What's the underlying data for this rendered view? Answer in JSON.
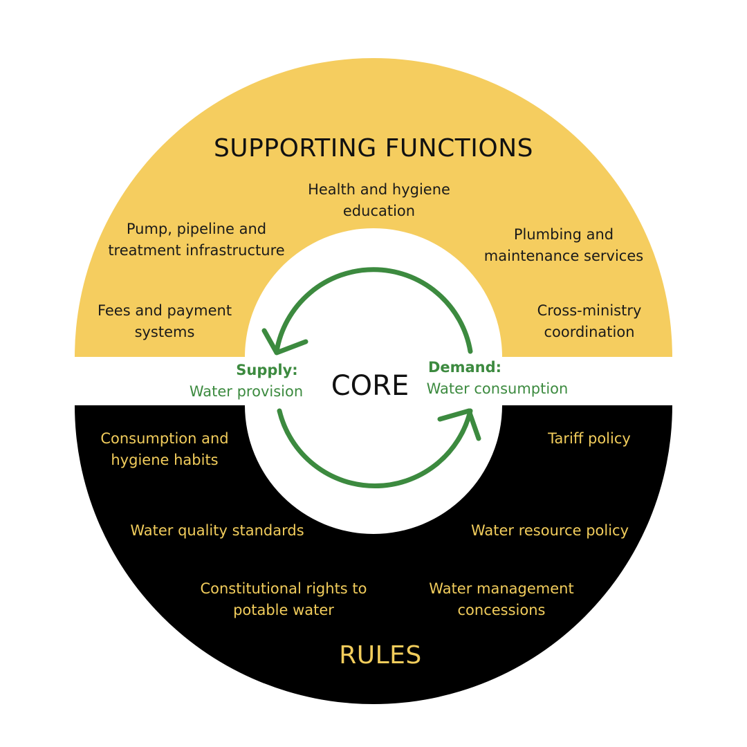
{
  "colors": {
    "supporting_fill": "#f5cd5f",
    "rules_fill": "#000000",
    "rules_text": "#f2cd5c",
    "core_green": "#3c8a3f",
    "background": "#ffffff"
  },
  "supporting_functions": {
    "heading": "SUPPORTING FUNCTIONS",
    "items": [
      {
        "line1": "Health and hygiene",
        "line2": "education"
      },
      {
        "line1": "Pump, pipeline and",
        "line2": "treatment infrastructure"
      },
      {
        "line1": "Plumbing and",
        "line2": "maintenance services"
      },
      {
        "line1": "Fees and payment",
        "line2": "systems"
      },
      {
        "line1": "Cross-ministry",
        "line2": "coordination"
      }
    ]
  },
  "core": {
    "label": "CORE",
    "supply": {
      "title": "Supply:",
      "subtitle": "Water provision"
    },
    "demand": {
      "title": "Demand:",
      "subtitle": "Water consumption"
    }
  },
  "rules": {
    "heading": "RULES",
    "items": [
      {
        "line1": "Consumption and",
        "line2": "hygiene habits"
      },
      {
        "line1": "Tariff policy",
        "line2": ""
      },
      {
        "line1": "Water quality standards",
        "line2": ""
      },
      {
        "line1": "Water resource policy",
        "line2": ""
      },
      {
        "line1": "Constitutional rights to",
        "line2": "potable water"
      },
      {
        "line1": "Water management",
        "line2": "concessions"
      }
    ]
  }
}
